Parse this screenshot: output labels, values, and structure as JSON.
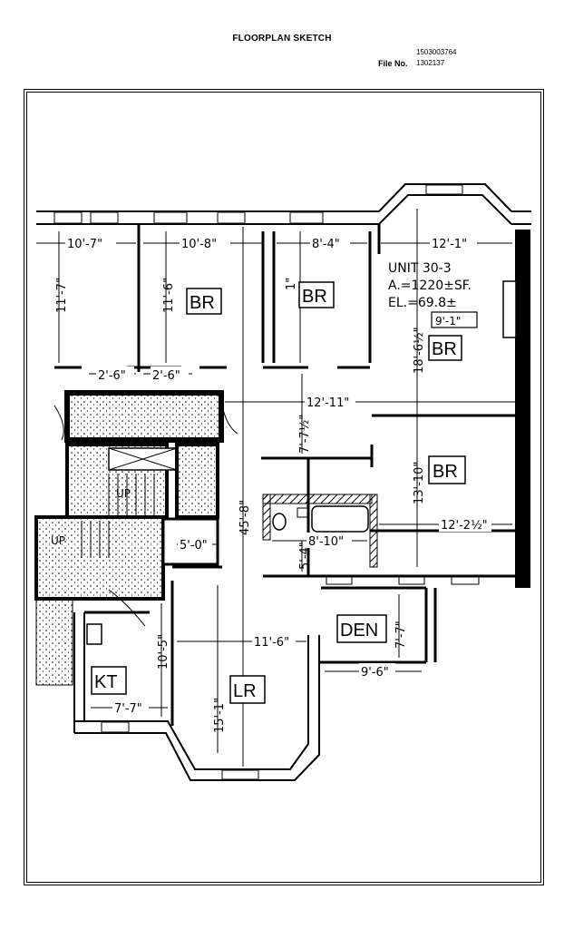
{
  "header": {
    "title": "FLOORPLAN SKETCH",
    "file_id": "1503003764",
    "file_label": "File No.",
    "file_number": "1302137"
  },
  "plan": {
    "unit_lines": [
      "UNIT 30-3",
      "A.=1220±SF.",
      "EL.=69.8±",
      "9'-1\""
    ],
    "rooms": {
      "br1": "BR",
      "br2": "BR",
      "br3": "BR",
      "br4": "BR",
      "den": "DEN",
      "kt": "KT",
      "lr": "LR"
    },
    "dims": {
      "d1": "10'-7\"",
      "d2": "10'-8\"",
      "d3": "8'-4\"",
      "d4": "12'-1\"",
      "d5": "11'-7\"",
      "d6": "11'-6\"",
      "d7": "2'-6\"",
      "d8": "2'-6\"",
      "d9": "18'-6½\"",
      "d10": "12'-11\"",
      "d11": "7'-7½\"",
      "d12": "45'-8\"",
      "d13": "13'-10\"",
      "d14": "12'-2½\"",
      "d15": "8'-10\"",
      "d16": "5'-4\"",
      "d17": "5'-0\"",
      "d18": "10'-5\"",
      "d19": "11'-6\"",
      "d20": "7'-7\"",
      "d21": "9'-6\"",
      "d22": "15'-1\"",
      "d23": "7'-7\"",
      "d24": "1\""
    },
    "stair": {
      "up1": "UP",
      "up2": "UP"
    }
  }
}
